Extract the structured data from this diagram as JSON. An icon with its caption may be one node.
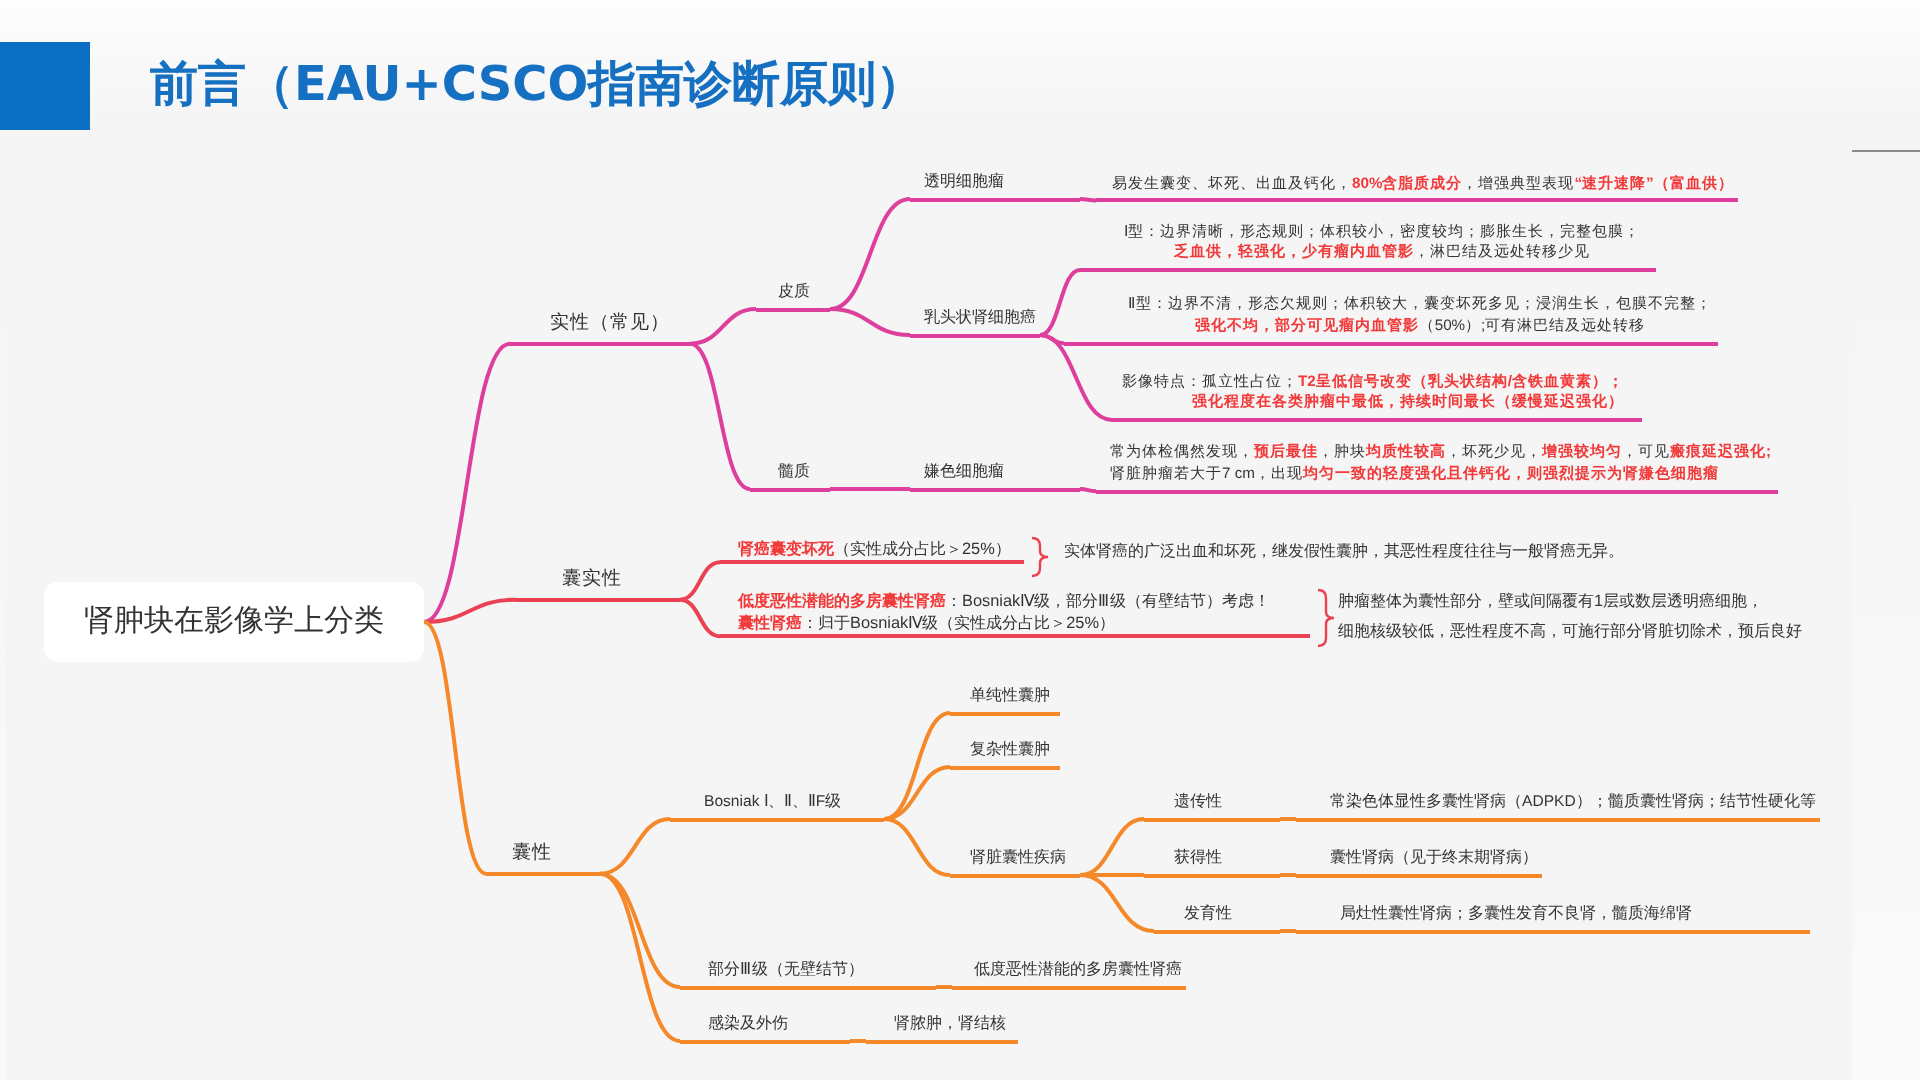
{
  "diagram": {
    "title": "前言（EAU+CSCO指南诊断原则）",
    "nodes": [
      {
        "text": [
          "肾肿块在影像学上分类"
        ]
      },
      {
        "text": [
          "实性（常见）"
        ]
      },
      {
        "text": [
          "皮质"
        ]
      },
      {
        "text": [
          "透明细胞瘤"
        ]
      },
      {
        "text": [
          "易发生囊变、坏死、出血及钙化，**80%含脂质成分**，增强典型表现**“速升速降”（富血供）**"
        ]
      },
      {
        "text": [
          "乳头状肾细胞癌"
        ]
      },
      {
        "text": [
          "Ⅰ型：边界清晰，形态规则；体积较小，密度较均；膨胀生长，完整包膜；**乏血供，轻强化，少有瘤内血管影**，淋巴结及远处转移少见"
        ]
      },
      {
        "text": [
          "Ⅱ型：边界不清，形态欠规则；体积较大，囊变坏死多见；浸润生长，包膜不完整；**强化不均，部分可见瘤内血管影**（50%）;可有淋巴结及远处转移"
        ]
      },
      {
        "text": [
          "影像特点：孤立性占位；**T2呈低信号改变（乳头状结构/含铁血黄素）；强化程度在各类肿瘤中最低，持续时间最长（缓慢延迟强化）**"
        ]
      },
      {
        "text": [
          "髓质"
        ]
      },
      {
        "text": [
          "嫌色细胞瘤"
        ]
      },
      {
        "text": [
          "常为体检偶然发现，**预后最佳**，肿块**均质性较高**，坏死少见，**增强较均匀**，可见**瘢痕延迟强化;**肾脏肿瘤若大于7 cm，出现**均匀一致的轻度强化且伴钙化，则强烈提示为肾嫌色细胞瘤**"
        ]
      },
      {
        "text": [
          "囊实性"
        ]
      },
      {
        "text": [
          "**肾癌囊变坏死**（实性成分占比＞25%）"
        ],
        "beside": [
          "实体肾癌的广泛出血和坏死，继发假性囊肿，其恶性程度往往与一般肾癌无异。"
        ]
      },
      {
        "text": [
          "**低度恶性潜能的多房囊性肾癌**：BosniakⅣ级，部分Ⅲ级（有壁结节）考虑！",
          "**囊性肾癌**：归于BosniakⅣ级（实性成分占比＞25%）"
        ],
        "beside": [
          "肿瘤整体为囊性部分，壁或间隔覆有1层或数层透明癌细胞，细胞核级较低，恶性程度不高，可施行部分肾脏切除术，预后良好"
        ]
      },
      {
        "text": [
          "囊性"
        ]
      },
      {
        "text": [
          "Bosniak Ⅰ、Ⅱ、ⅡF级"
        ]
      },
      {
        "text": [
          "单纯性囊肿"
        ]
      },
      {
        "text": [
          "复杂性囊肿"
        ]
      },
      {
        "text": [
          "肾脏囊性疾病"
        ]
      },
      {
        "text": [
          "遗传性"
        ]
      },
      {
        "text": [
          "常染色体显性多囊性肾病（ADPKD）；髓质囊性肾病；结节性硬化等"
        ]
      },
      {
        "text": [
          "获得性"
        ]
      },
      {
        "text": [
          "囊性肾病（见于终末期肾病）"
        ]
      },
      {
        "text": [
          "发育性"
        ]
      },
      {
        "text": [
          "局灶性囊性肾病；多囊性发育不良肾，髓质海绵肾"
        ]
      },
      {
        "text": [
          "部分Ⅲ级（无壁结节）"
        ]
      },
      {
        "text": [
          "低度恶性潜能的多房囊性肾癌"
        ]
      },
      {
        "text": [
          "感染及外伤"
        ]
      },
      {
        "text": [
          "肾脓肿，肾结核"
        ]
      }
    ],
    "edges": [
      {
        "from": 0,
        "to": 1,
        "arrow": "none",
        "color": "#de3f9c"
      },
      {
        "from": 1,
        "to": 2,
        "arrow": "none",
        "color": "#de3f9c"
      },
      {
        "from": 2,
        "to": 3,
        "arrow": "none",
        "color": "#de3f9c"
      },
      {
        "from": 3,
        "to": 4,
        "arrow": "none",
        "color": "#de3f9c"
      },
      {
        "from": 2,
        "to": 5,
        "arrow": "none",
        "color": "#de3f9c"
      },
      {
        "from": 5,
        "to": 6,
        "arrow": "none",
        "color": "#de3f9c"
      },
      {
        "from": 5,
        "to": 7,
        "arrow": "none",
        "color": "#de3f9c"
      },
      {
        "from": 5,
        "to": 8,
        "arrow": "none",
        "color": "#de3f9c"
      },
      {
        "from": 1,
        "to": 9,
        "arrow": "none",
        "color": "#de3f9c"
      },
      {
        "from": 9,
        "to": 10,
        "arrow": "none",
        "color": "#de3f9c"
      },
      {
        "from": 10,
        "to": 11,
        "arrow": "none",
        "color": "#de3f9c"
      },
      {
        "from": 0,
        "to": 12,
        "arrow": "none",
        "color": "#ea4253"
      },
      {
        "from": 12,
        "to": 13,
        "arrow": "none",
        "color": "#ea4253"
      },
      {
        "from": 12,
        "to": 14,
        "arrow": "none",
        "color": "#ea4253"
      },
      {
        "from": 0,
        "to": 15,
        "arrow": "none"
      },
      {
        "from": 15,
        "to": 16,
        "arrow": "none"
      },
      {
        "from": 16,
        "to": 17,
        "arrow": "none"
      },
      {
        "from": 16,
        "to": 18,
        "arrow": "none"
      },
      {
        "from": 16,
        "to": 19,
        "arrow": "none"
      },
      {
        "from": 19,
        "to": 20,
        "arrow": "none"
      },
      {
        "from": 20,
        "to": 21,
        "arrow": "none"
      },
      {
        "from": 19,
        "to": 22,
        "arrow": "none"
      },
      {
        "from": 22,
        "to": 23,
        "arrow": "none"
      },
      {
        "from": 19,
        "to": 24,
        "arrow": "none"
      },
      {
        "from": 24,
        "to": 25,
        "arrow": "none"
      },
      {
        "from": 15,
        "to": 26,
        "arrow": "none"
      },
      {
        "from": 26,
        "to": 27,
        "arrow": "none"
      },
      {
        "from": 15,
        "to": 28,
        "arrow": "none"
      },
      {
        "from": 28,
        "to": 29,
        "arrow": "none"
      }
    ]
  }
}
